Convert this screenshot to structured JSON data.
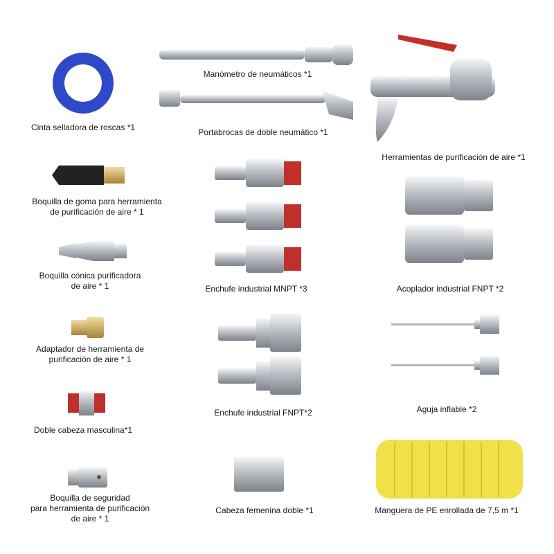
{
  "items": [
    {
      "label": "Cinta selladora de roscas *1"
    },
    {
      "label": "Manómetro de neumáticos *1"
    },
    {
      "label": "Portabrocas de doble neumático *1"
    },
    {
      "label": "Herramientas de purificación de aire *1"
    },
    {
      "line1": "Boquilla de goma para herramienta",
      "line2": "de purificación de aire * 1"
    },
    {
      "line1": "Boquilla cónica purificadora",
      "line2": "de aire * 1"
    },
    {
      "label": "Enchufe industrial MNPT *3"
    },
    {
      "label": "Acoplador industrial FNPT *2"
    },
    {
      "line1": "Adaptador de herramienta de",
      "line2": "purificación de aire * 1"
    },
    {
      "label": "Doble cabeza masculina*1"
    },
    {
      "label": "Enchufe industrial FNPT*2"
    },
    {
      "label": "Aguja inflable *2"
    },
    {
      "line1": "Boquilla de seguridad",
      "line2": "para herramienta de purificación",
      "line3": "de aire * 1"
    },
    {
      "label": "Cabeza femenina doble *1"
    },
    {
      "label": "Manguera de PE enrollada de 7,5 m *1"
    }
  ],
  "colors": {
    "metal": "#c8ccd0",
    "tape": "#2f49c8",
    "red": "#c0302a",
    "brass": "#c9a45c",
    "hose": "#f0e04a"
  }
}
